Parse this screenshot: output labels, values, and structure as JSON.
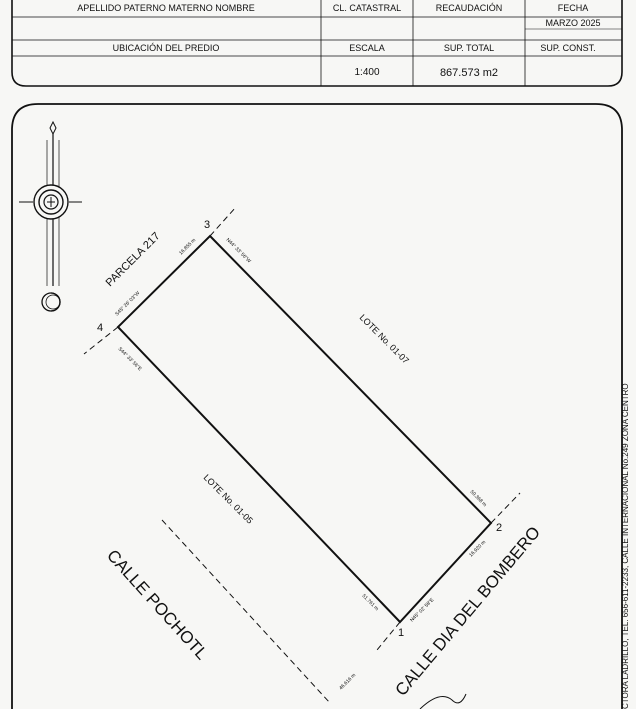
{
  "header": {
    "row1": {
      "owner_label": "APELLIDO PATERNO  MATERNO  NOMBRE",
      "cadastral_label": "CL. CATASTRAL",
      "collection_label": "RECAUDACIÓN",
      "date_label": "FECHA"
    },
    "row2": {
      "date_value": "MARZO 2025"
    },
    "row3": {
      "location_label": "UBICACIÓN DEL PREDIO",
      "scale_label": "ESCALA",
      "total_area_label": "SUP. TOTAL",
      "built_area_label": "SUP. CONST."
    },
    "row4": {
      "scale_value": "1:400",
      "total_area_value": "867.573 m2"
    }
  },
  "plan": {
    "vertices": [
      "1",
      "2",
      "3",
      "4"
    ],
    "parcel_label": "PARCELA 217",
    "lot_upper": "LOTE No. 01-07",
    "lot_lower": "LOTE No. 01-05",
    "street_left": "CALLE POCHOTL",
    "street_right": "CALLE DIA DEL BOMBERO",
    "bearings": {
      "b_4_3": "S45° 26' 03\"W",
      "b_3_2": "N44° 33' 56\"W",
      "b_4_1": "S44° 33' 56\"E",
      "b_1_2": "N45° 02' 58\"E"
    },
    "distances": {
      "d_4_3": "16.855 m",
      "d_3_2": "50.368 m",
      "d_2_1": "16.920 m",
      "d_1_4": "51.761 m",
      "d_street": "46.616 m"
    },
    "side_text": "CTORA LADRILLO, TEL. 656-611-2233, CALLE INTERNACIONAL No.249 ZONA CENTRO"
  }
}
